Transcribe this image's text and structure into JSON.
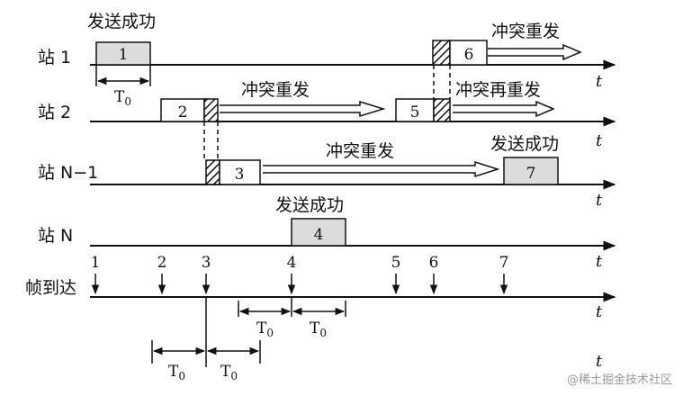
{
  "stations": [
    {
      "label": "站 1"
    },
    {
      "label": "站 2"
    },
    {
      "label": "站 N−1"
    },
    {
      "label": "站 N"
    }
  ],
  "arrival_row_label": "帧到达",
  "time_axis_label": "t",
  "frames": {
    "s1_f1": "1",
    "s2_f2": "2",
    "s2_f5": "5",
    "s1_f6": "6",
    "sN1_f3": "3",
    "sN1_f7": "7",
    "sN_f4": "4"
  },
  "status_labels": {
    "s1_success": "发送成功",
    "s1_retry": "冲突重发",
    "s2_retry": "冲突重发",
    "s2_retry_again": "冲突再重发",
    "sN1_retry": "冲突重发",
    "sN1_success": "发送成功",
    "sN_success": "发送成功"
  },
  "arrivals": [
    "1",
    "2",
    "3",
    "4",
    "5",
    "6",
    "7"
  ],
  "interval_labels": {
    "s1": "T0",
    "mid_left": "T0",
    "mid_right": "T0",
    "bottom_left": "T0",
    "bottom_right": "T0"
  },
  "colors": {
    "success_frame_fill": "#dcdcdc",
    "frame_fill": "#ffffff",
    "line": "#111111"
  },
  "watermark": "@稀土掘金技术社区"
}
